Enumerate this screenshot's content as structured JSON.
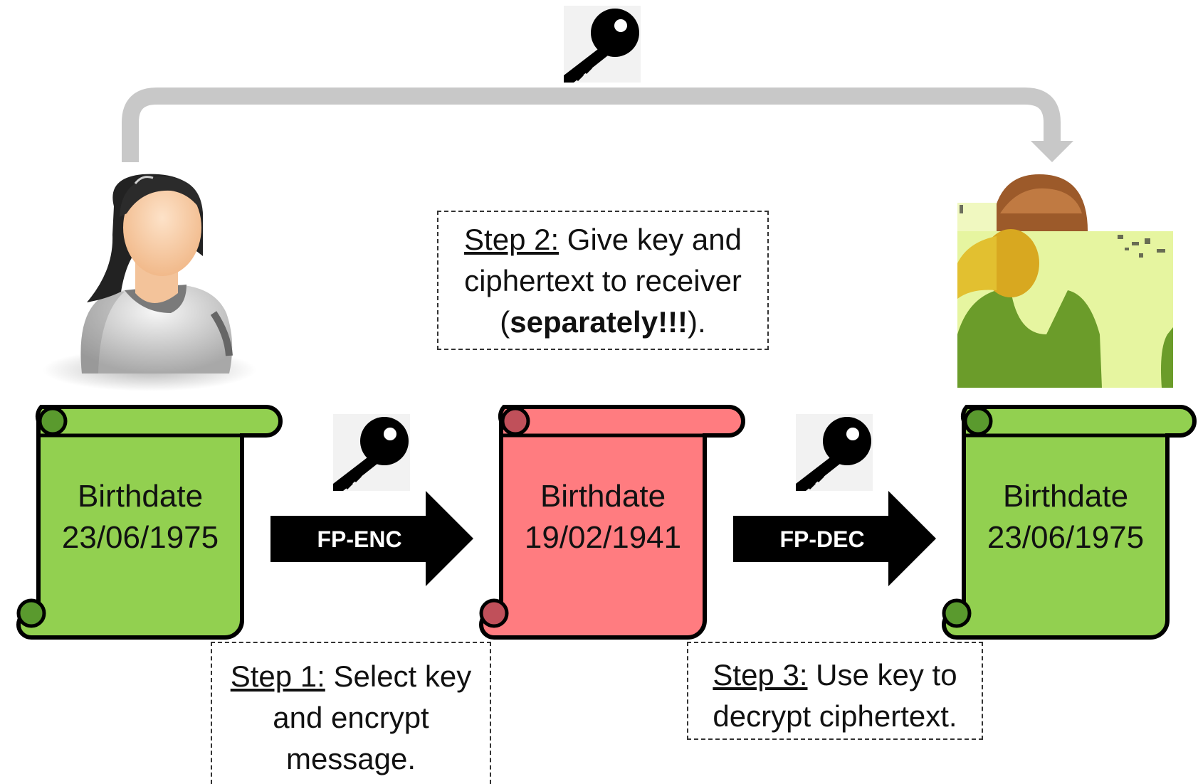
{
  "scrolls": [
    {
      "title": "Birthdate",
      "date": "23/06/1975",
      "color": "#92d050",
      "curl": "#5a9a2e"
    },
    {
      "title": "Birthdate",
      "date": "19/02/1941",
      "color": "#ff7c80",
      "curl": "#c0505a"
    },
    {
      "title": "Birthdate",
      "date": "23/06/1975",
      "color": "#92d050",
      "curl": "#5a9a2e"
    }
  ],
  "arrows": [
    {
      "label": "FP-ENC"
    },
    {
      "label": "FP-DEC"
    }
  ],
  "steps": {
    "step1": {
      "label": "Step 1:",
      "text1": " Select key",
      "text2": "and encrypt",
      "text3": "message."
    },
    "step2": {
      "label": "Step 2:",
      "text1": " Give key and",
      "text2": "ciphertext to receiver",
      "open": "(",
      "emph": "separately!!!",
      "close": ")."
    },
    "step3": {
      "label": "Step 3:",
      "text1": " Use key to",
      "text2": "decrypt ciphertext."
    }
  },
  "icons": {
    "key": "key-icon",
    "sender": "female-user-icon",
    "receiver": "male-user-icon",
    "transfer": "curved-transfer-arrow"
  },
  "colors": {
    "plain": "#92d050",
    "cipher": "#ff7c80",
    "transfer_arrow": "#c8c8c8",
    "receiver_bg": "#e6f5a0"
  }
}
